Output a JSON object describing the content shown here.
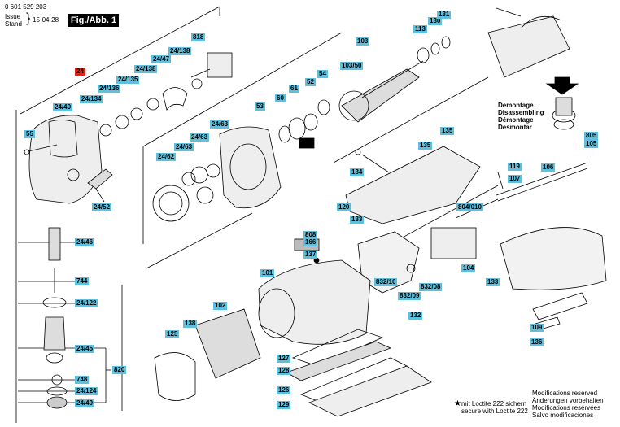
{
  "header": {
    "part_number": "0 601 529 203",
    "issue_label": "Issue",
    "stand_label": "Stand",
    "date": "15-04-28",
    "figure": "Fig./Abb. 1"
  },
  "labels": {
    "l24": "24",
    "l24_40": "24/40",
    "l24_134": "24/134",
    "l24_136": "24/136",
    "l24_135": "24/135",
    "l24_138a": "24/138",
    "l24_47": "24/47",
    "l24_138b": "24/138",
    "l818": "818",
    "l55": "55",
    "l24_52": "24/52",
    "l24_46": "24/46",
    "l744": "744",
    "l24_122": "24/122",
    "l24_45": "24/45",
    "l748": "748",
    "l24_124": "24/124",
    "l24_49": "24/49",
    "l820": "820",
    "l24_63a": "24/63",
    "l24_63b": "24/63",
    "l24_63c": "24/63",
    "l24_62": "24/62",
    "l53": "53",
    "l60": "60",
    "l61": "61",
    "l52": "52",
    "l54": "54",
    "l103": "103",
    "l103_50": "103/50",
    "l113": "113",
    "l130": "130",
    "l131": "131",
    "l135a": "135",
    "l135b": "135",
    "l134": "134",
    "l120": "120",
    "l133a": "133",
    "l119": "119",
    "l107": "107",
    "l106": "106",
    "l805": "805",
    "l105": "105",
    "l804_010": "804/010",
    "l808": "808",
    "l166": "166",
    "l137": "137",
    "l101": "101",
    "l104": "104",
    "l832_10": "832/10",
    "l832_08": "832/08",
    "l832_09": "832/09",
    "l132": "132",
    "l133b": "133",
    "l102": "102",
    "l138": "138",
    "l125": "125",
    "l127": "127",
    "l128": "128",
    "l126": "126",
    "l129": "129",
    "l109": "109",
    "l136": "136"
  },
  "demontage": [
    "Demontage",
    "Disassembling",
    "Démontage",
    "Desmontar"
  ],
  "loctite": [
    "mit Loctite 222 sichern",
    "secure with Loctite 222"
  ],
  "modifications": [
    "Modifications reserved",
    "Änderungen vorbehalten",
    "Modifications resérvées",
    "Salvo modificaciones"
  ],
  "colors": {
    "callout": "#5fc0de",
    "highlight": "#d8261b"
  }
}
